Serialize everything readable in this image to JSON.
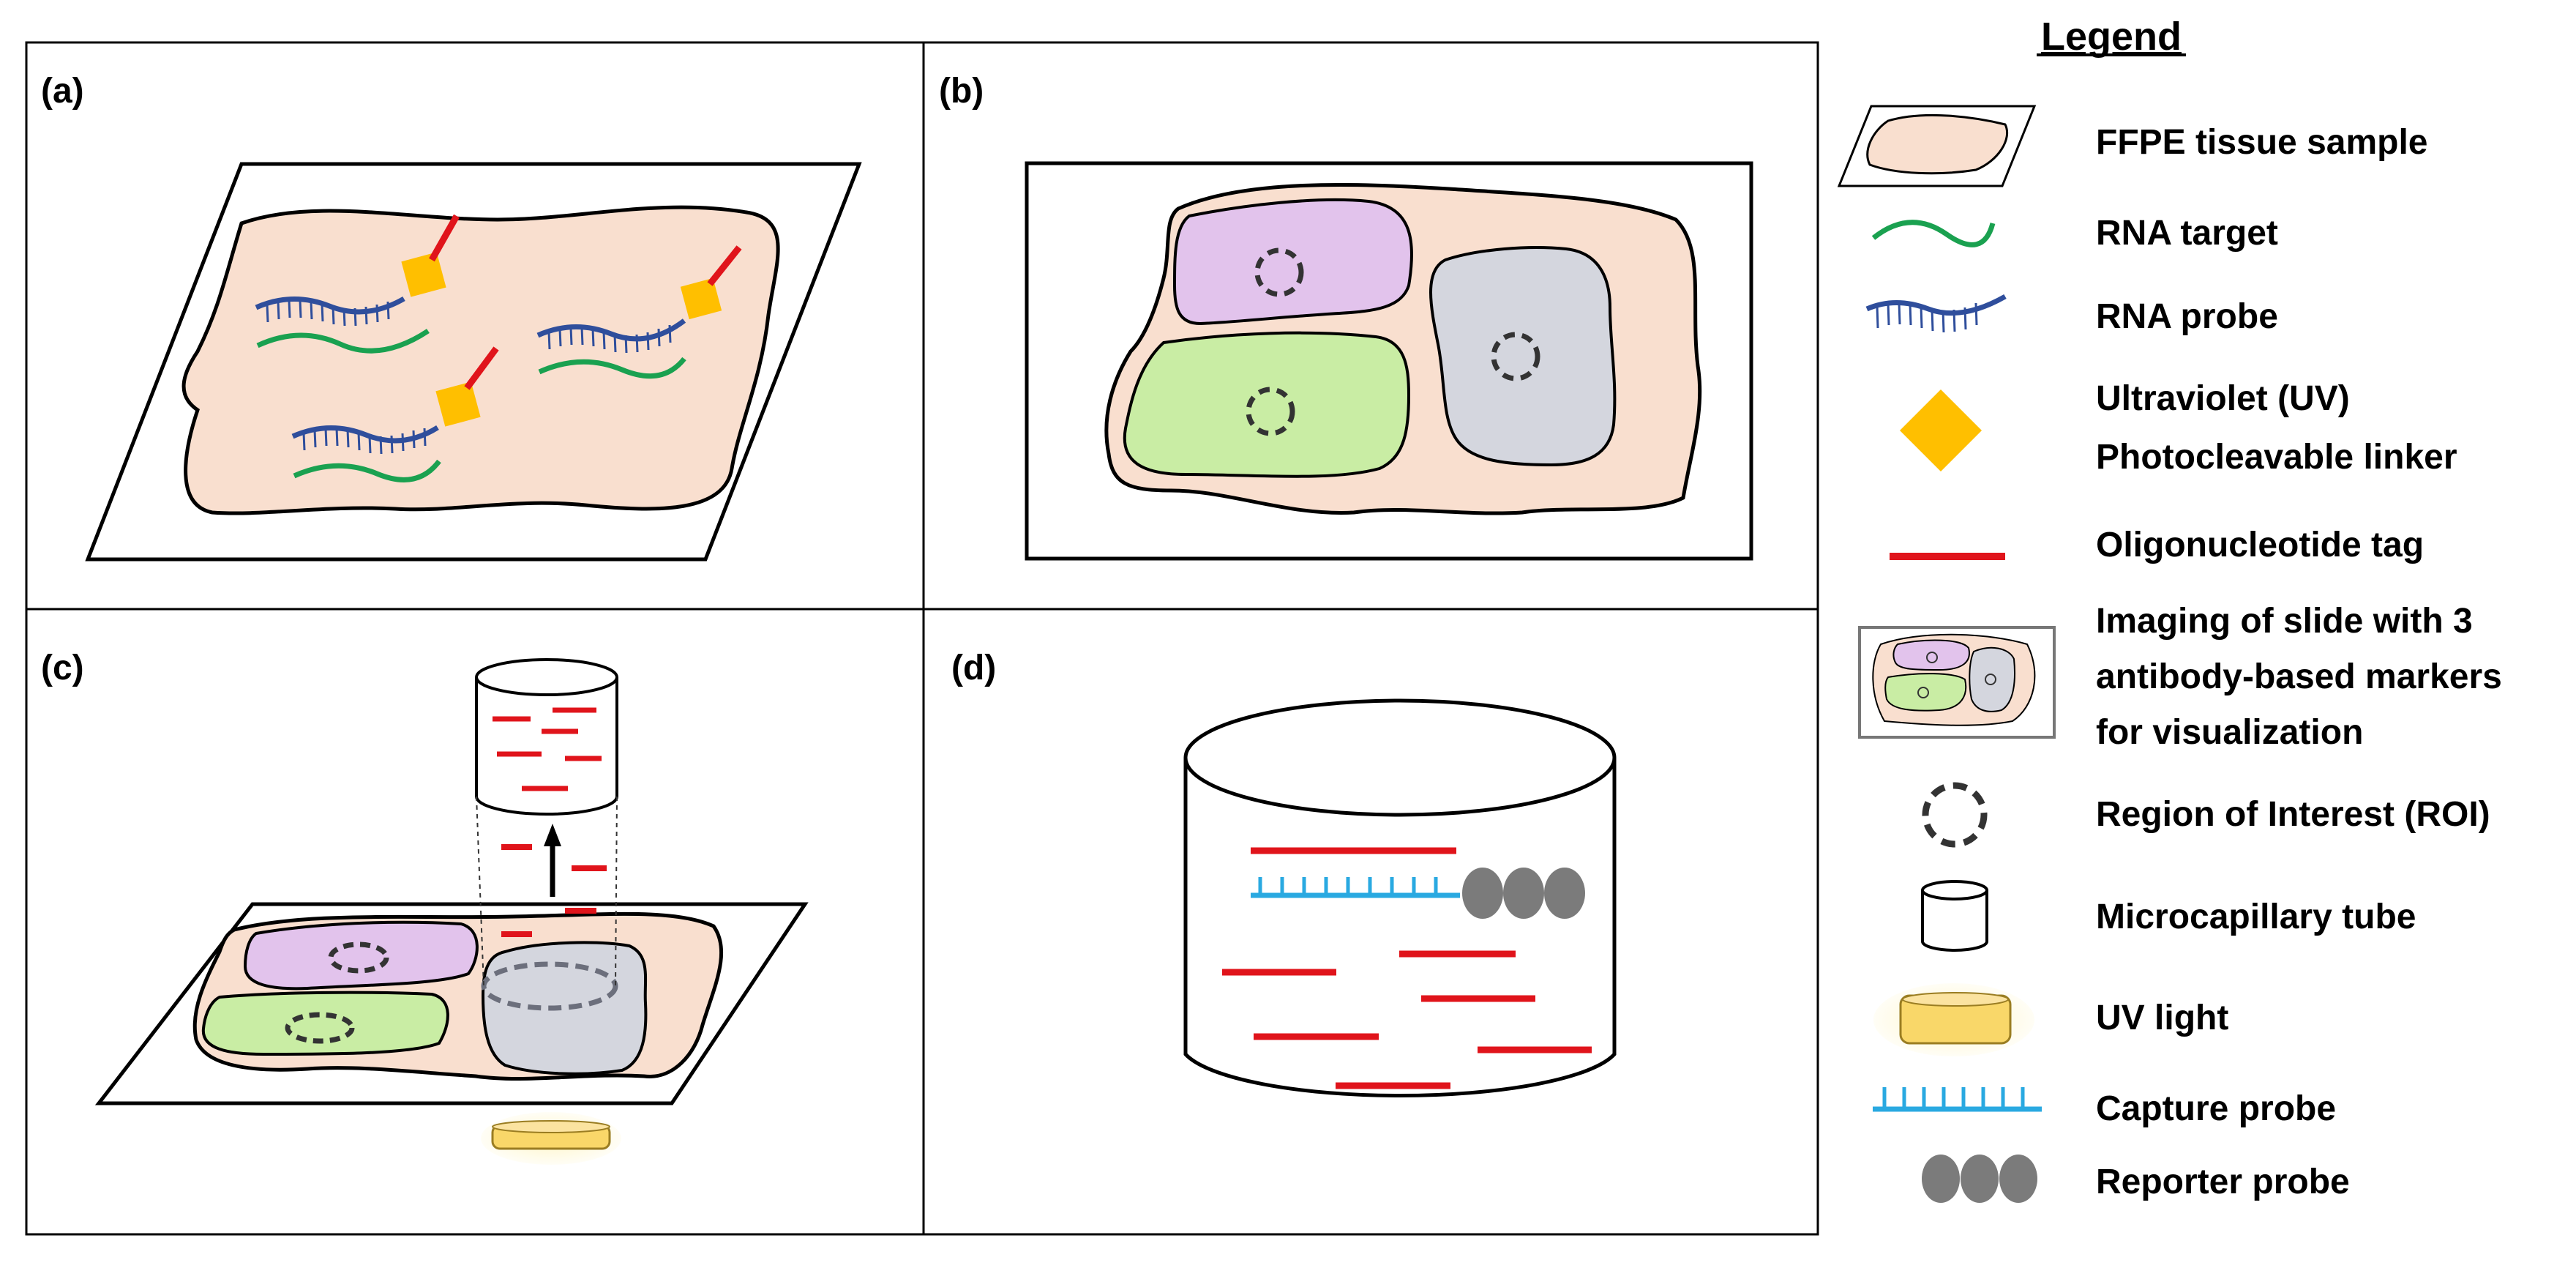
{
  "panels": {
    "a": "(a)",
    "b": "(b)",
    "c": "(c)",
    "d": "(d)"
  },
  "legend": {
    "title": "Legend",
    "items": [
      "FFPE tissue sample",
      "RNA target",
      "RNA probe",
      "Ultraviolet (UV)",
      "Photocleavable linker",
      "Oligonucleotide tag",
      "Imaging of slide with 3",
      "antibody-based markers",
      "for visualization",
      "Region of Interest (ROI)",
      "Microcapillary tube",
      "UV light",
      "Capture probe",
      "Reporter probe"
    ]
  },
  "colors": {
    "tissue": "#f9dfcf",
    "rna_target": "#1aa150",
    "rna_probe": "#2f4e9c",
    "linker": "#ffbf00",
    "oligo_tag": "#e0141b",
    "region_purple": "#e2c3ec",
    "region_green": "#c9eda4",
    "region_gray": "#d4d6de",
    "capture_probe": "#29a9e1",
    "reporter_probe": "#7b7b7b",
    "uv_light": "#f9d769"
  }
}
